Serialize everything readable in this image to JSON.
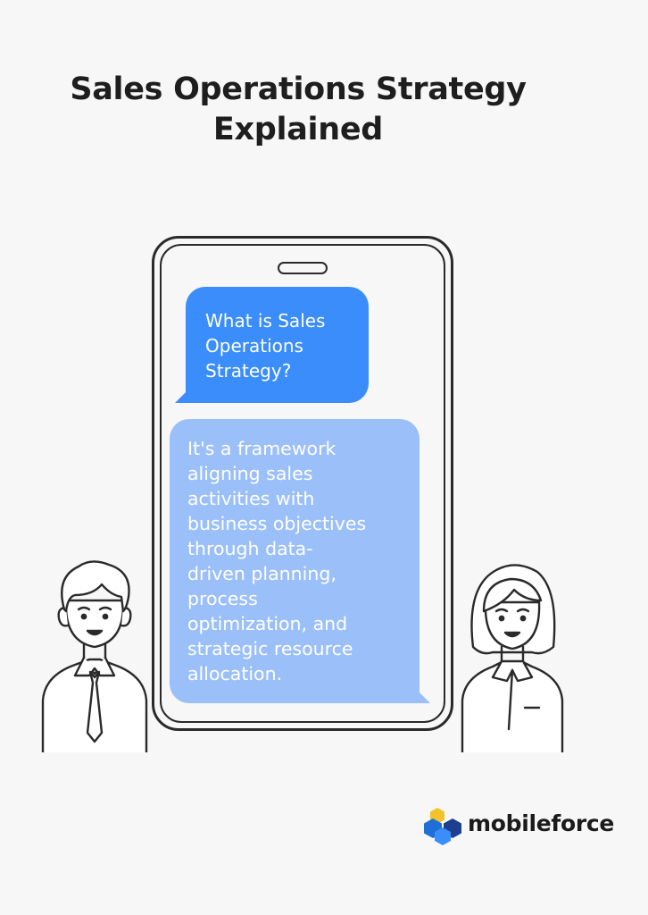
{
  "title": {
    "line1": "Sales Operations Strategy",
    "line2": "Explained"
  },
  "question": {
    "lines": [
      "What is Sales",
      "Operations",
      "Strategy?"
    ]
  },
  "answer": {
    "lines": [
      "It's a framework",
      "aligning sales",
      "activities with",
      "business objectives",
      "through data-",
      "driven planning,",
      "process",
      "optimization, and",
      "strategic resource",
      "allocation."
    ]
  },
  "brand": {
    "name": "mobileforce",
    "colors": {
      "blue": "#1f6fd6",
      "yellow": "#f4c22b",
      "navy": "#1c3f8f"
    }
  },
  "colors": {
    "question_bubble": "#3a8dfb",
    "answer_bubble": "#9bbff9",
    "outline": "#2a2a2a"
  },
  "icons": [
    "phone-icon",
    "man-avatar-icon",
    "woman-avatar-icon",
    "mobileforce-logo-icon"
  ]
}
